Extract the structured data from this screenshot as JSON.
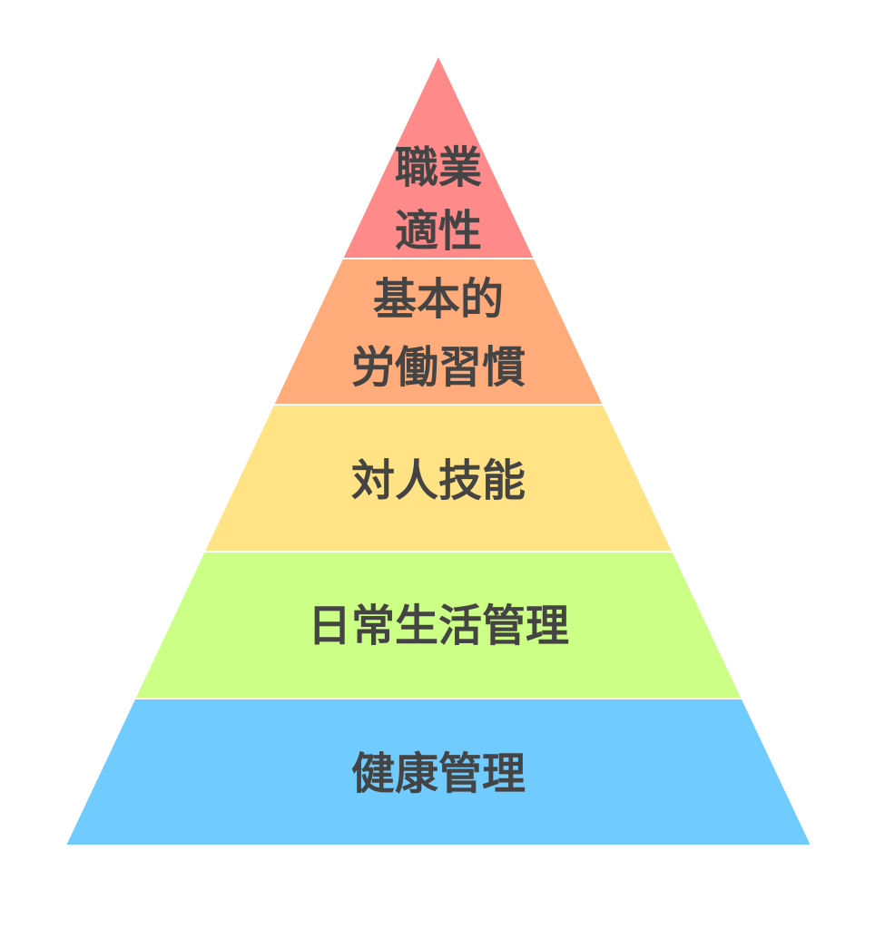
{
  "title": "",
  "levels": [
    {
      "lines": [
        "職業",
        "適性"
      ],
      "color": "#FF8A8A"
    },
    {
      "lines": [
        "基本的",
        "労働習慣"
      ],
      "color": "#FFAB7A"
    },
    {
      "lines": [
        "対人技能"
      ],
      "color": "#FFE385"
    },
    {
      "lines": [
        "日常生活管理"
      ],
      "color": "#CCFF85"
    },
    {
      "lines": [
        "健康管理"
      ],
      "color": "#70CBFF"
    }
  ],
  "text_color": "#444444"
}
